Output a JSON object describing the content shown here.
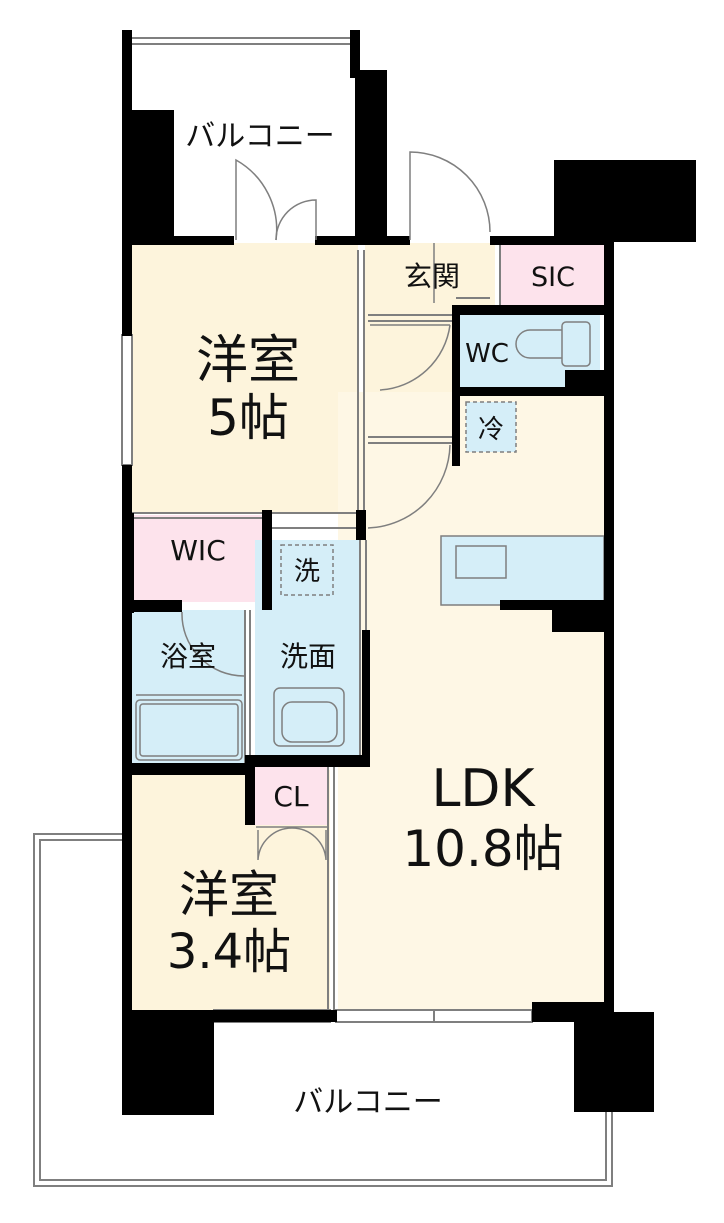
{
  "rooms": {
    "balcony_top": "バルコニー",
    "western1_name": "洋室",
    "western1_size": "5帖",
    "entrance": "玄関",
    "sic": "SIC",
    "wc": "WC",
    "fridge": "冷",
    "wic": "WIC",
    "washer": "洗",
    "bath": "浴室",
    "washroom": "洗面",
    "closet": "CL",
    "ldk_name": "LDK",
    "ldk_size": "10.8帖",
    "western2_name": "洋室",
    "western2_size": "3.4帖",
    "balcony_bottom": "バルコニー"
  },
  "colors": {
    "wall": "#000000",
    "room_beige": "#fdf4dc",
    "ldk_fill": "#fef7e5",
    "water_blue": "#d5eef8",
    "storage_pink": "#fde3ec",
    "line_gray": "#7f7f7f"
  }
}
